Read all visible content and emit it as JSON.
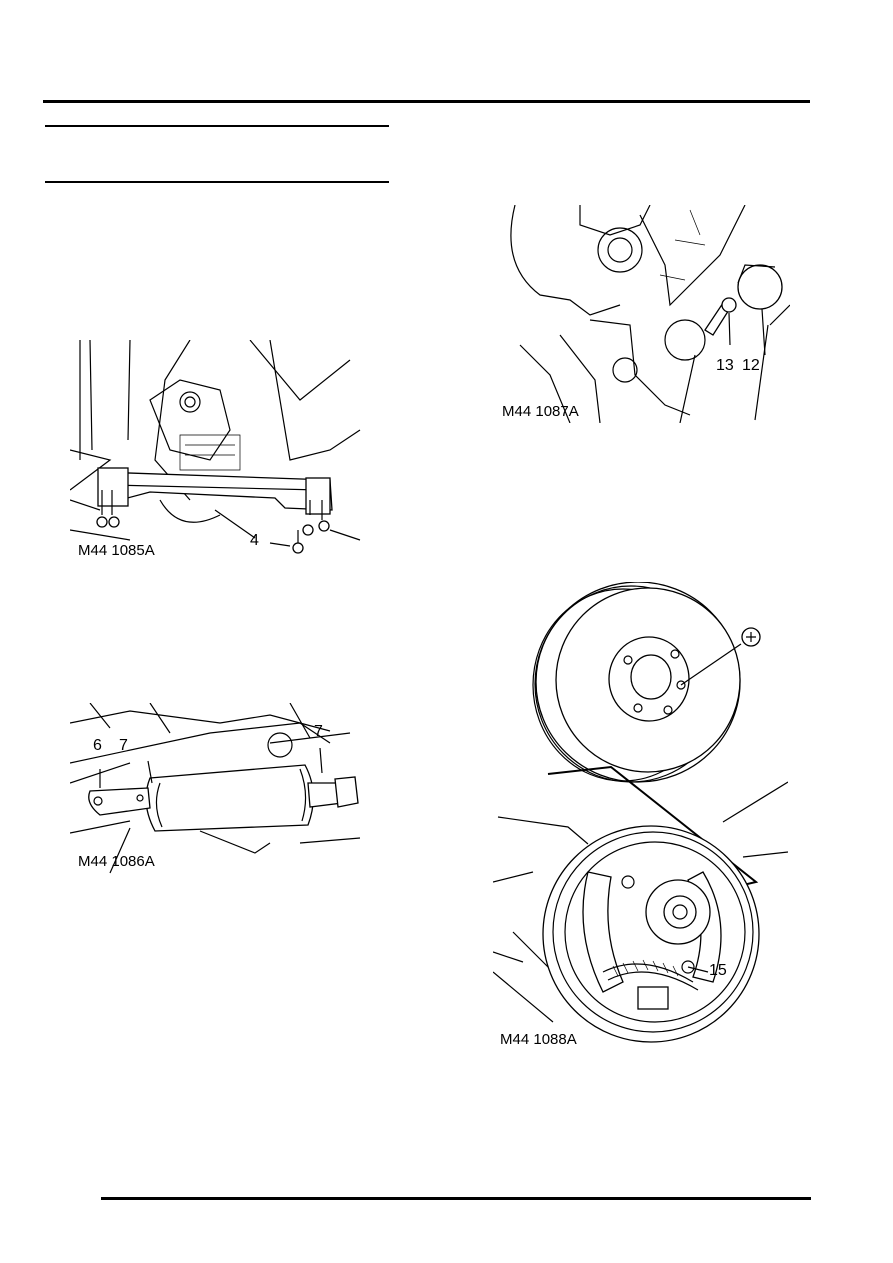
{
  "figures": {
    "fig1": {
      "label": "M44 1085A",
      "callouts": [
        "4"
      ]
    },
    "fig2": {
      "label": "M44 1086A",
      "callouts": [
        "6",
        "7",
        "7"
      ]
    },
    "fig3": {
      "label": "M44 1087A",
      "callouts": [
        "13",
        "12"
      ]
    },
    "fig4": {
      "label": "M44 1088A",
      "callouts": [
        "15"
      ]
    }
  }
}
